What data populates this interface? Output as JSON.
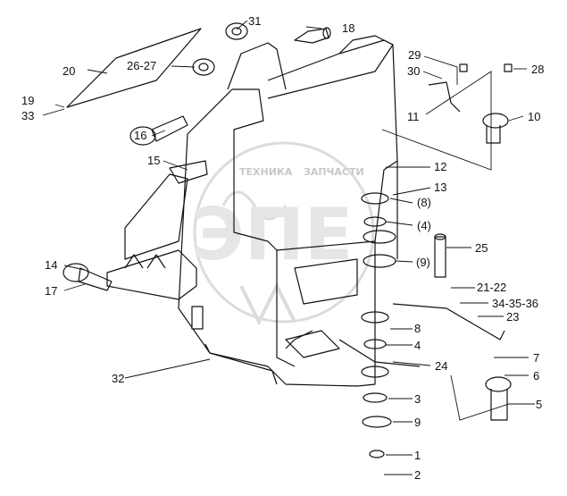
{
  "watermark": {
    "left_word": "ТЕХНИКА",
    "right_word": "ЗАПЧАСТИ"
  },
  "callouts": [
    {
      "id": "c31",
      "label": "31"
    },
    {
      "id": "c18",
      "label": "18"
    },
    {
      "id": "c20",
      "label": "20"
    },
    {
      "id": "c26_27",
      "label": "26-27"
    },
    {
      "id": "c29",
      "label": "29"
    },
    {
      "id": "c28",
      "label": "28"
    },
    {
      "id": "c30",
      "label": "30"
    },
    {
      "id": "c19",
      "label": "19"
    },
    {
      "id": "c33",
      "label": "33"
    },
    {
      "id": "c11",
      "label": "11"
    },
    {
      "id": "c10",
      "label": "10"
    },
    {
      "id": "c16",
      "label": "16"
    },
    {
      "id": "c15",
      "label": "15"
    },
    {
      "id": "c12",
      "label": "12"
    },
    {
      "id": "c13",
      "label": "13"
    },
    {
      "id": "c8a",
      "label": "(8)"
    },
    {
      "id": "c4a",
      "label": "(4)"
    },
    {
      "id": "c25",
      "label": "25"
    },
    {
      "id": "c9a",
      "label": "(9)"
    },
    {
      "id": "c14",
      "label": "14"
    },
    {
      "id": "c17",
      "label": "17"
    },
    {
      "id": "c21_22",
      "label": "21-22"
    },
    {
      "id": "c34_35_36",
      "label": "34-35-36"
    },
    {
      "id": "c23",
      "label": "23"
    },
    {
      "id": "c8",
      "label": "8"
    },
    {
      "id": "c4",
      "label": "4"
    },
    {
      "id": "c7",
      "label": "7"
    },
    {
      "id": "c6",
      "label": "6"
    },
    {
      "id": "c24",
      "label": "24"
    },
    {
      "id": "c32",
      "label": "32"
    },
    {
      "id": "c3",
      "label": "3"
    },
    {
      "id": "c5",
      "label": "5"
    },
    {
      "id": "c9",
      "label": "9"
    },
    {
      "id": "c1",
      "label": "1"
    },
    {
      "id": "c2",
      "label": "2"
    }
  ]
}
